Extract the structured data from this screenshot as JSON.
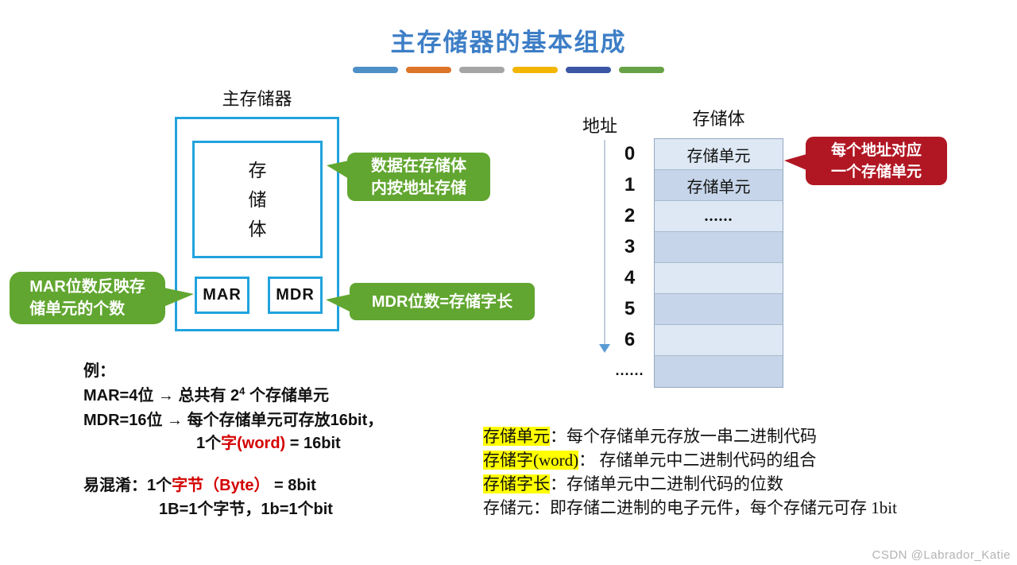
{
  "title": "主存储器的基本组成",
  "colors": {
    "title_blue": "#3d7ec6",
    "box_border_blue": "#21a3dd",
    "callout_green": "#61a630",
    "callout_red": "#b11723",
    "highlight_yellow": "#ffff00",
    "accent_red_text": "#d40000",
    "dashes": [
      "#4e8fc7",
      "#dd7428",
      "#a5a5a5",
      "#f2b600",
      "#3a56a5",
      "#68a246"
    ]
  },
  "diagram": {
    "label": "主存储器",
    "memory_body": "存\n储\n体",
    "mar": "MAR",
    "mdr": "MDR"
  },
  "callouts": {
    "data_storage": "数据在存储体\n内按地址存储",
    "mar_note": "MAR位数反映存\n储单元的个数",
    "mdr_note": "MDR位数=存储字长",
    "address_note": "每个地址对应\n一个存储单元"
  },
  "memory_table": {
    "address_header": "地址",
    "body_header": "存储体",
    "addresses": [
      "0",
      "1",
      "2",
      "3",
      "4",
      "5",
      "6",
      "......"
    ],
    "rows": [
      "存储单元",
      "存储单元",
      "......",
      "",
      "",
      "",
      "",
      ""
    ]
  },
  "example": {
    "heading": "例：",
    "mar_line": {
      "pre": "MAR=4位 → 总共有 2",
      "sup": "4",
      "post": " 个存储单元"
    },
    "mdr_line": "MDR=16位 → 每个存储单元可存放16bit，",
    "word_line": {
      "pre": "1个",
      "red": "字(word)",
      "post": " = 16bit"
    },
    "confuse_line": {
      "pre": "易混淆：1个",
      "red": "字节（Byte）",
      "post": " = 8bit"
    },
    "byte_line": "1B=1个字节，1b=1个bit"
  },
  "definitions": [
    {
      "term": "存储单元",
      "rest": "：每个存储单元存放一串二进制代码"
    },
    {
      "term": "存储字(word)",
      "rest": "：  存储单元中二进制代码的组合"
    },
    {
      "term": "存储字长",
      "rest": "：存储单元中二进制代码的位数"
    },
    {
      "term": "存储元：",
      "rest": "即存储二进制的电子元件，每个存储元可存 1bit"
    }
  ],
  "watermark": "CSDN @Labrador_Katie"
}
